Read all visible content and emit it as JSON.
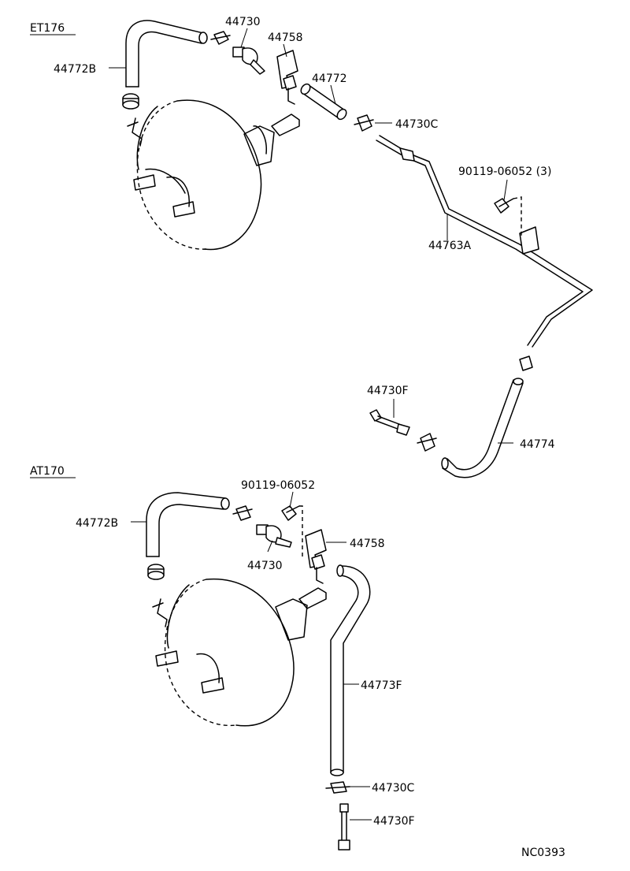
{
  "sections": {
    "top": {
      "label": "ET176"
    },
    "bottom": {
      "label": "AT170"
    }
  },
  "top_parts": {
    "hose_44772B": "44772B",
    "connector_44730": "44730",
    "bracket_44758": "44758",
    "hose_44772": "44772",
    "clamp_44730C": "44730C",
    "bolt_90119": "90119-06052 (3)",
    "pipe_44763A": "44763A",
    "union_44730F": "44730F",
    "hose_44774": "44774"
  },
  "bottom_parts": {
    "hose_44772B": "44772B",
    "bolt_90119": "90119-06052",
    "bracket_44758": "44758",
    "connector_44730": "44730",
    "hose_44773F": "44773F",
    "clamp_44730C": "44730C",
    "union_44730F": "44730F"
  },
  "figure_code": "NC0393"
}
